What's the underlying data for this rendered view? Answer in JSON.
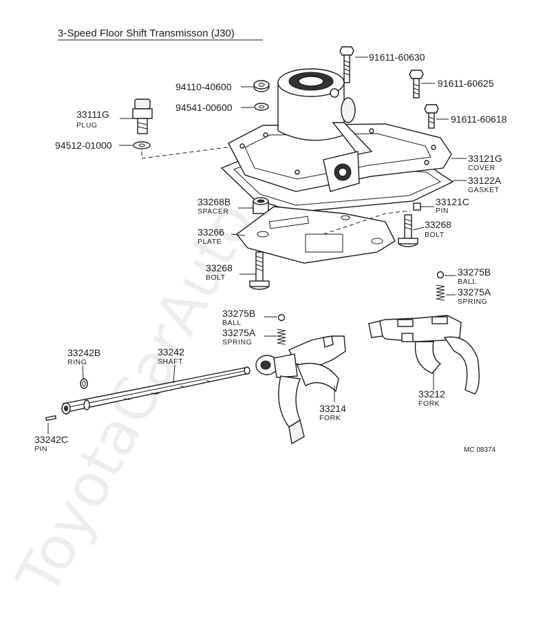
{
  "title": "3-Speed Floor Shift Transmisson (J30)",
  "watermark": "ToyotaCarAuto.ru",
  "diagram_code": "MC 08374",
  "parts": {
    "bolt_a": {
      "number": "91611-60630"
    },
    "bolt_b": {
      "number": "91611-60625"
    },
    "bolt_c": {
      "number": "91611-60618"
    },
    "nut": {
      "number": "94110-40600"
    },
    "washer": {
      "number": "94541-00600"
    },
    "plug": {
      "number": "33111G",
      "name": "PLUG"
    },
    "plug_washer": {
      "number": "94512-01000"
    },
    "cover": {
      "number": "33121G",
      "name": "COVER"
    },
    "gasket": {
      "number": "33122A",
      "name": "GASKET"
    },
    "pin_cover": {
      "number": "33121C",
      "name": "PIN"
    },
    "spacer": {
      "number": "33268B",
      "name": "SPACER"
    },
    "plate": {
      "number": "33266",
      "name": "PLATE"
    },
    "bolt_right": {
      "number": "33268",
      "name": "BOLT"
    },
    "bolt_left": {
      "number": "33268",
      "name": "BOLT"
    },
    "ball_right": {
      "number": "33275B",
      "name": "BALL"
    },
    "spring_right": {
      "number": "33275A",
      "name": "SPRING"
    },
    "ball_left": {
      "number": "33275B",
      "name": "BALL"
    },
    "spring_left": {
      "number": "33275A",
      "name": "SPRING"
    },
    "ring": {
      "number": "33242B",
      "name": "RING"
    },
    "shaft": {
      "number": "33242",
      "name": "SHAFT"
    },
    "fork_1": {
      "number": "33214",
      "name": "FORK"
    },
    "fork_2": {
      "number": "33212",
      "name": "FORK"
    },
    "pin_shaft": {
      "number": "33242C",
      "name": "PIN"
    }
  }
}
